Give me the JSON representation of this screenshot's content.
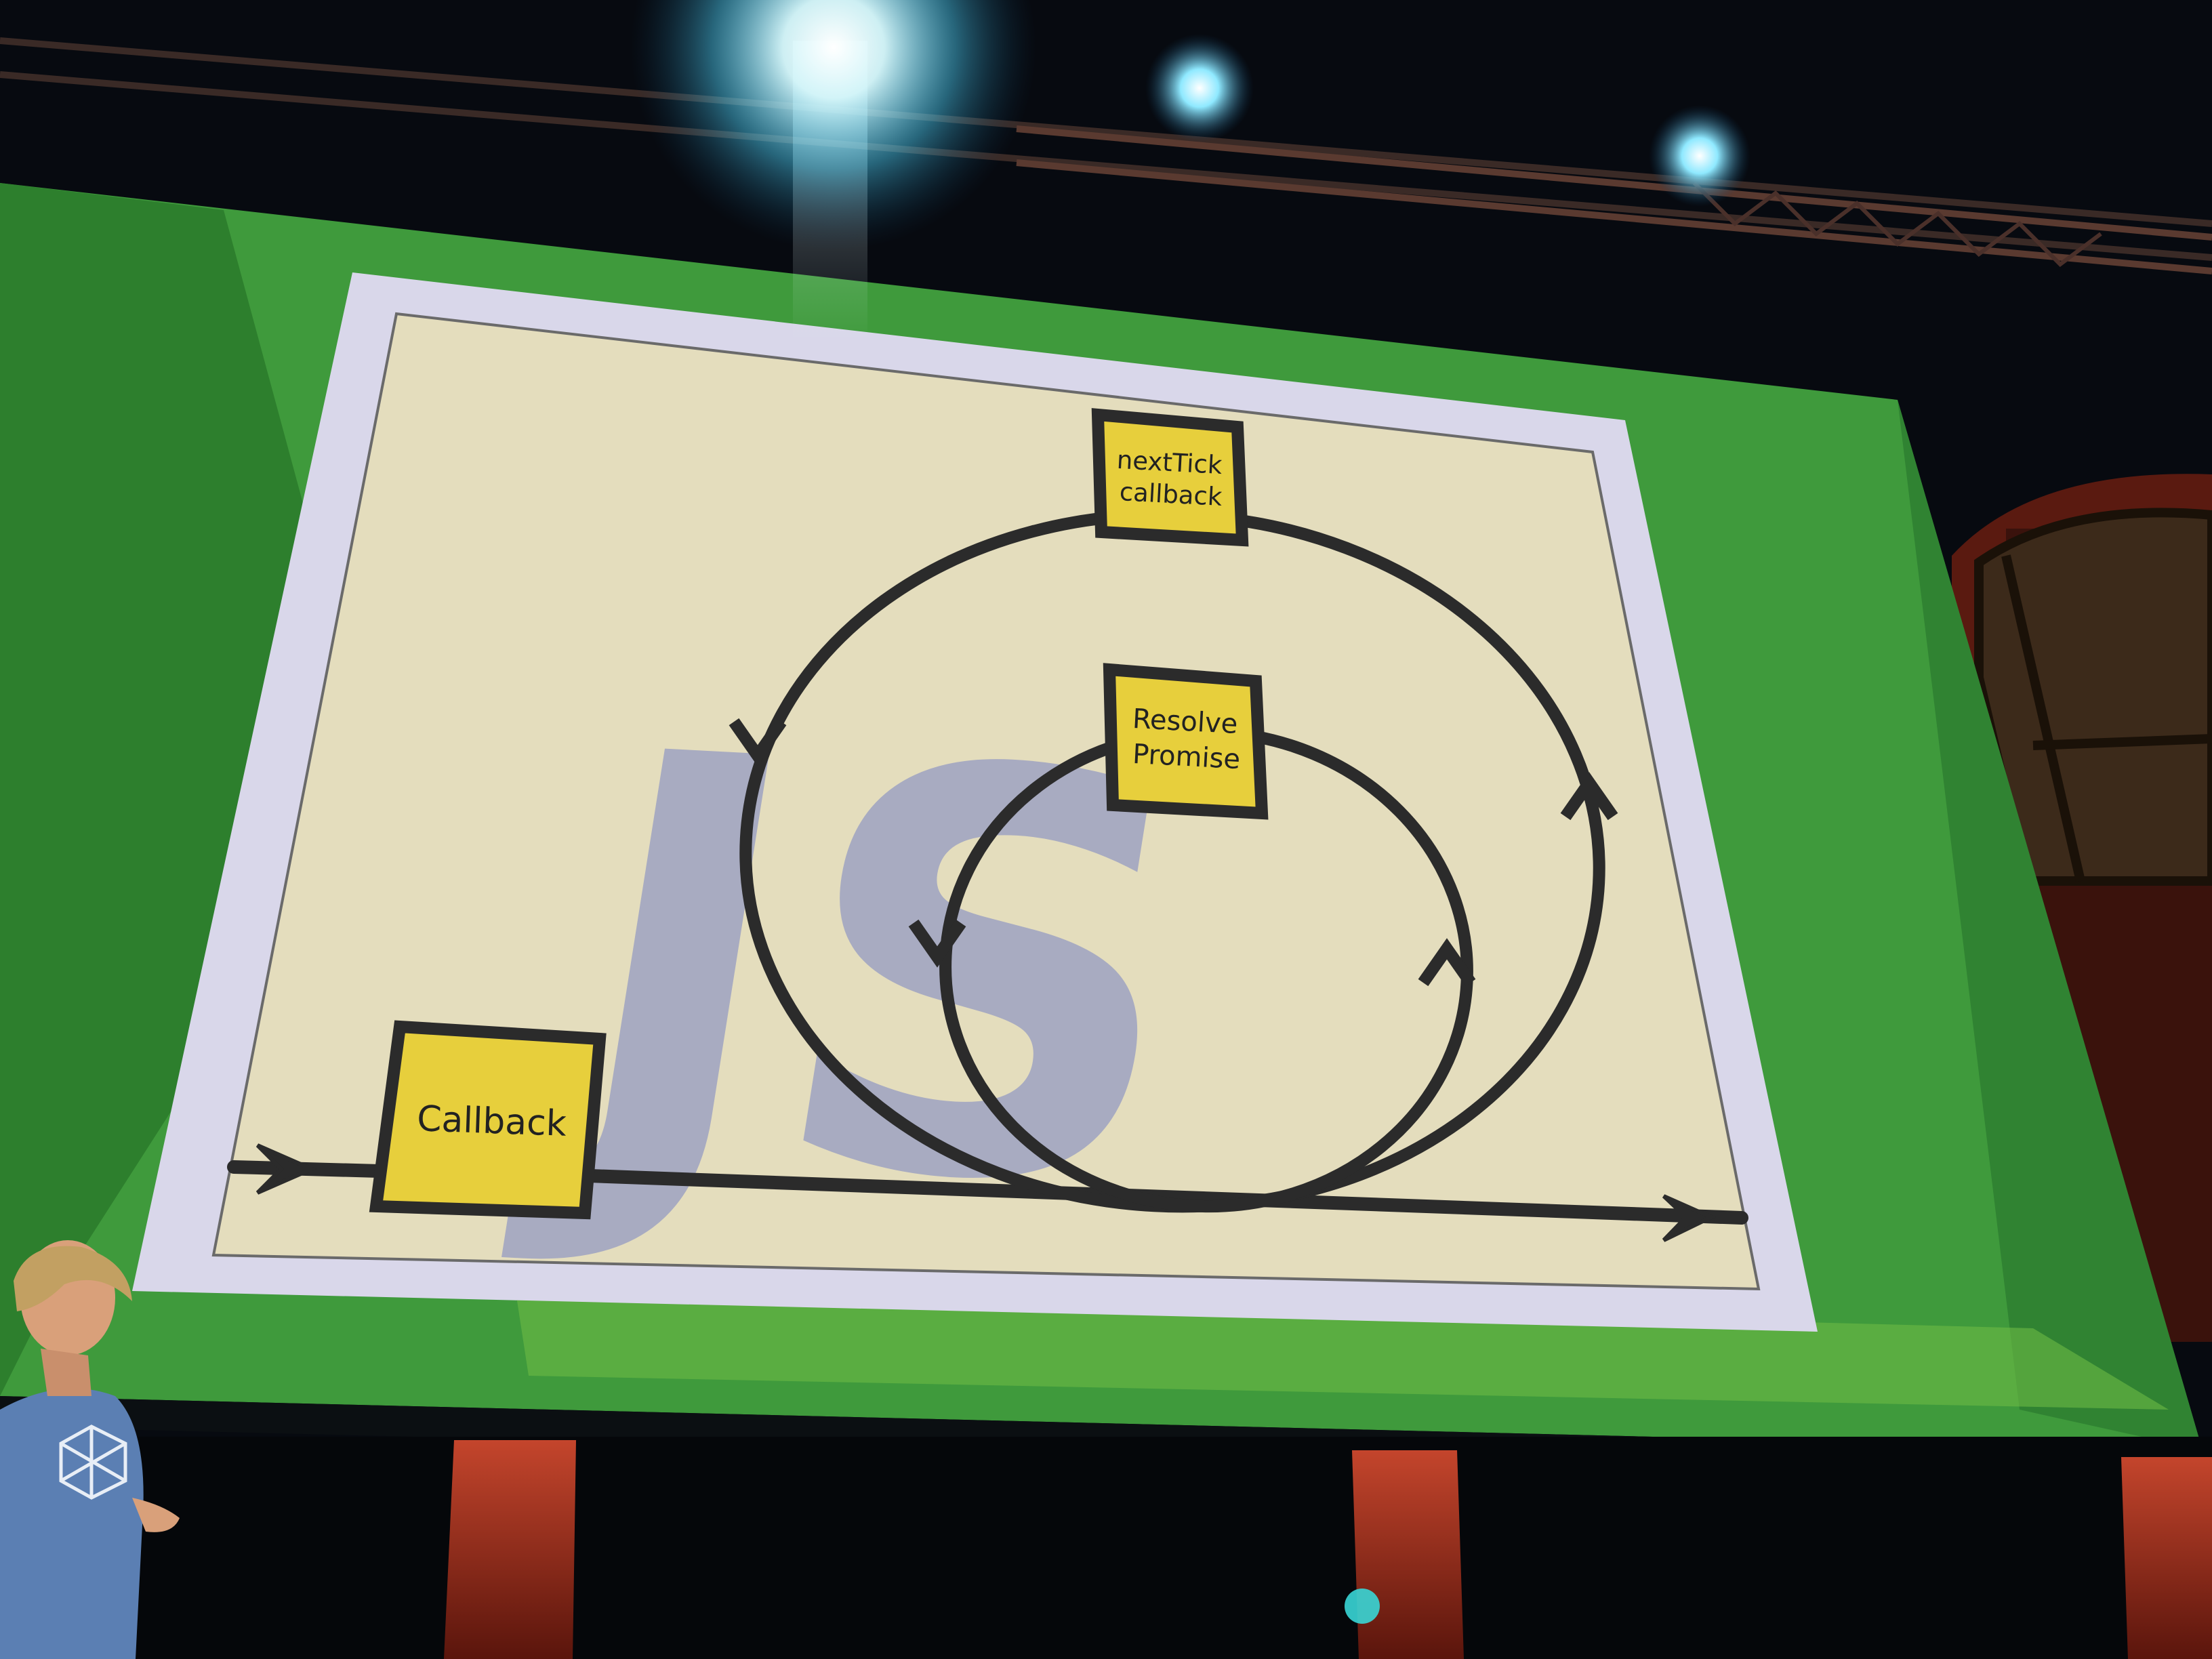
{
  "slide": {
    "boxes": {
      "callback": "Callback",
      "next_tick": [
        "nextTick",
        "callback"
      ],
      "resolve_promise": [
        "Resolve",
        "Promise"
      ]
    },
    "watermark": "JS"
  },
  "colors": {
    "screen_green": "#3f9a3c",
    "slide_border": "#d9d7ea",
    "slide_paper": "#e6e0c0",
    "box_yellow": "#e7cf3c",
    "loop_stroke": "#2b2b2b",
    "watermark": "#9ea3c2",
    "stage_light": "#bff3ff",
    "brick": "#8a2a1c"
  },
  "icons": [
    "stage-light-icon",
    "arrow-right-icon",
    "arrow-down-icon",
    "arrow-up-icon",
    "dodecahedron-logo-icon"
  ]
}
